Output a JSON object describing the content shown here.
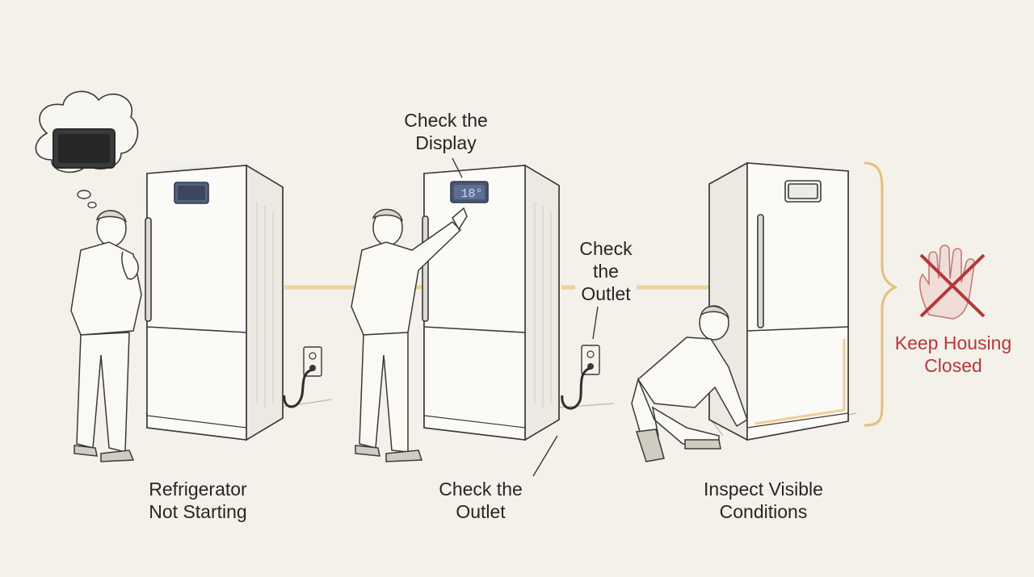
{
  "steps": {
    "not_starting": {
      "line1": "Refrigerator",
      "line2": "Not Starting"
    },
    "check_display": {
      "line1": "Check the",
      "line2": "Display",
      "display_value": "18°"
    },
    "check_outlet_top": {
      "line1": "Check",
      "line2": "the",
      "line3": "Outlet"
    },
    "check_outlet_bottom": {
      "line1": "Check the",
      "line2": "Outlet"
    },
    "inspect": {
      "line1": "Inspect Visible",
      "line2": "Conditions"
    },
    "warning": {
      "line1": "Keep Housing",
      "line2": "Closed"
    }
  },
  "colors": {
    "background": "#f3f1e9",
    "connector": "#f0c98a",
    "display_glow": "#7f9bd8",
    "warning": "#b7363b",
    "ink": "#2e2e2e"
  },
  "icons": [
    "thought-bubble-icon",
    "outlet-icon",
    "no-touch-icon",
    "bracket-icon"
  ]
}
